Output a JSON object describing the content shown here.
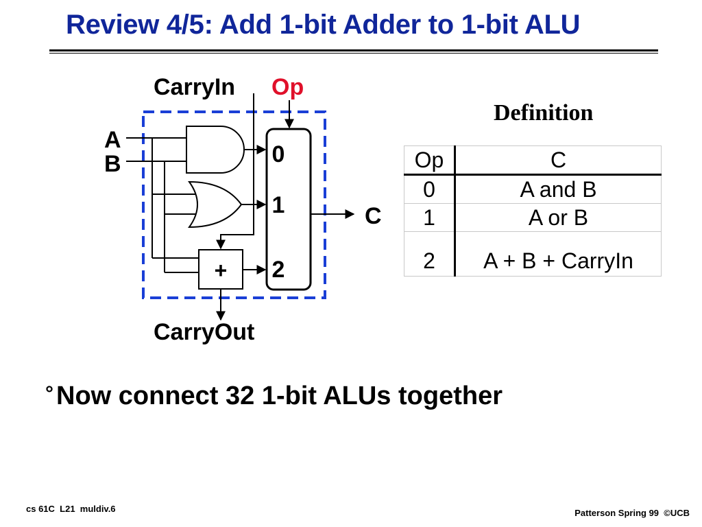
{
  "slide": {
    "title": "Review 4/5: Add 1-bit Adder to 1-bit ALU",
    "bullet_mark": "°",
    "bullet": "Now connect 32 1-bit ALUs together"
  },
  "diagram": {
    "carry_in": "CarryIn",
    "op": "Op",
    "input_a": "A",
    "input_b": "B",
    "mux_inputs": [
      "0",
      "1",
      "2"
    ],
    "adder_symbol": "+",
    "output": "C",
    "carry_out": "CarryOut"
  },
  "definition": {
    "title": "Definition",
    "headers": [
      "Op",
      "C"
    ],
    "rows": [
      {
        "op": "0",
        "c": "A and B"
      },
      {
        "op": "1",
        "c": "A or B"
      },
      {
        "op": "2",
        "c": "A + B + CarryIn"
      }
    ]
  },
  "footer": {
    "left": "cs 61C  L21  muldiv.6",
    "right": "Patterson Spring 99  ©UCB"
  },
  "colors": {
    "title": "#10269a",
    "op_label": "#e0102a",
    "dashed_box": "#1a3fd6"
  }
}
